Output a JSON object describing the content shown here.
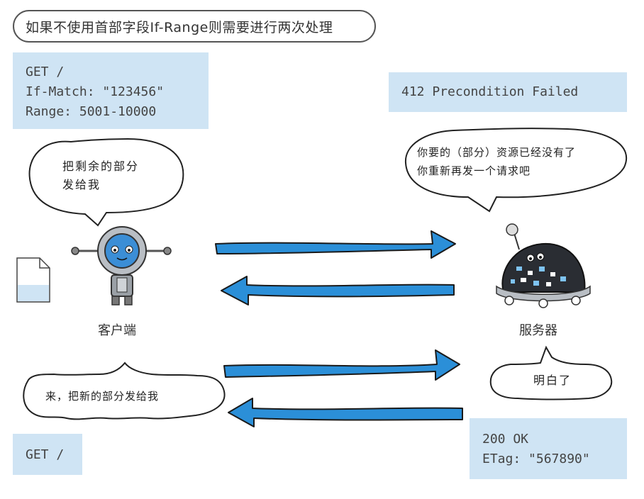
{
  "title": "如果不使用首部字段If-Range则需要进行两次处理",
  "request1": {
    "lines": [
      "GET /",
      "If-Match: \"123456\"",
      "Range: 5001-10000"
    ]
  },
  "response1": {
    "line": "412 Precondition Failed"
  },
  "client": {
    "label": "客户端",
    "bubble1": [
      "把剩余的部分",
      "发给我"
    ],
    "bubble2": "来，把新的部分发给我"
  },
  "server": {
    "label": "服务器",
    "bubble1": [
      "你要的（部分）资源已经没有了",
      "你重新再发一个请求吧"
    ],
    "bubble2": "明白了"
  },
  "request2": {
    "line": "GET /"
  },
  "response2": {
    "lines": [
      "200 OK",
      "ETag: \"567890\""
    ]
  },
  "colors": {
    "arrow": "#2b8fd8",
    "arrow_outline": "#1a1a1a",
    "code_bg": "#cfe4f4",
    "robot_blue": "#3b8ed6",
    "server_dark": "#2a2d33"
  }
}
